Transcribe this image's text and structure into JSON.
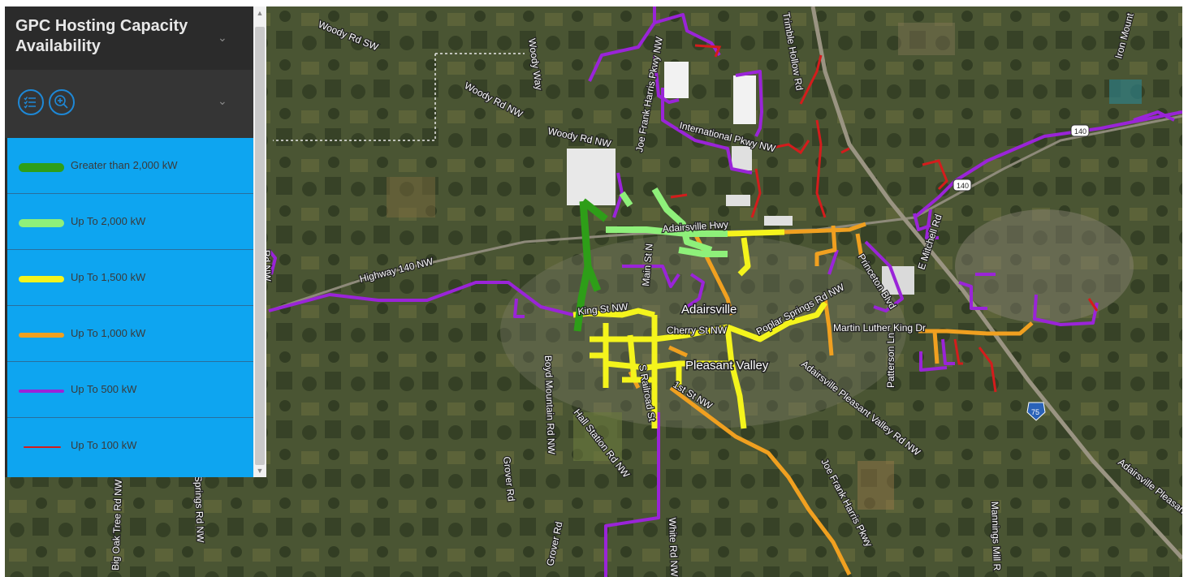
{
  "panel": {
    "title": "GPC Hosting Capacity Availability",
    "legend": [
      {
        "label": "Greater than 2,000 kW",
        "color": "#2e9e18"
      },
      {
        "label": "Up To 2,000 kW",
        "color": "#8ef07a"
      },
      {
        "label": "Up To 1,500 kW",
        "color": "#f4f41c"
      },
      {
        "label": "Up To 1,000 kW",
        "color": "#f0a020"
      },
      {
        "label": "Up To 500 kW",
        "color": "#9a24d8"
      },
      {
        "label": "Up To 100 kW",
        "color": "#d41c1c"
      }
    ]
  },
  "toolbar": {
    "layer_list_icon": "layer-list-icon",
    "zoom_to_icon": "zoom-to-icon"
  },
  "map": {
    "places": {
      "adairsville": "Adairsville",
      "pleasant_valley": "Pleasant Valley"
    },
    "roads": {
      "woody_rd_sw": "Woody Rd SW",
      "woody_rd_nw_1": "Woody Rd NW",
      "woody_rd_nw_2": "Woody Rd NW",
      "woody_way": "Woody Way",
      "joe_frank_harris_pkwy_1": "Joe Frank Harris Pkwy NW",
      "joe_frank_harris_pkwy_2": "Joe Frank Harris Pkwy",
      "international_pkwy": "International Pkwy NW",
      "trimble_hollow": "Trimble Hollow Rd",
      "adairsville_hwy": "Adairsville Hwy",
      "highway_140": "Highway 140 NW",
      "main_st": "Main St N",
      "king_st": "King St NW",
      "cherry_st": "Cherry St NW",
      "poplar_springs": "Poplar Springs Rd NW",
      "princeton_blvd": "Princeton Blvd",
      "mitchell_rd": "E Mitchell Rd",
      "mlk_dr": "Martin Luther King Dr",
      "patterson_ln": "Patterson Ln",
      "adairsville_pleasant_valley": "Adairsville Pleasant Valley Rd NW",
      "adairsville_pleasant_2": "Adairsville Pleasant",
      "s_railroad_st": "S Railroad St",
      "first_st": "1st St NW",
      "boyd_mountain": "Boyd Mountain Rd NW",
      "hall_station": "Hall Station Rd NW",
      "grover_rd_1": "Grover Rd",
      "grover_rd_2": "Grover Rd",
      "white_rd": "White Rd NW",
      "big_oak_tree": "Big Oak Tree Rd NW",
      "springs_rd": "Springs Rd NW",
      "rd_nw_left": "Rd NW",
      "mannings_mill": "Mannings Mill R",
      "iron_mount": "Iron Mount"
    },
    "shields": {
      "us140_a": "140",
      "us140_b": "140",
      "i75": "75"
    }
  }
}
